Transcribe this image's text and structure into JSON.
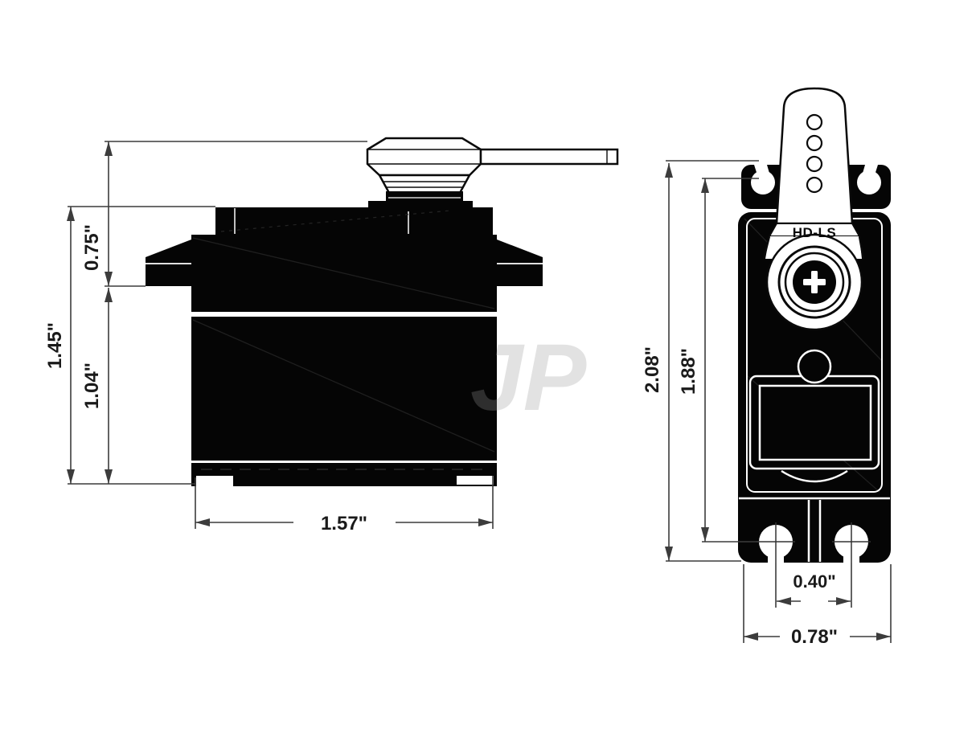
{
  "page": {
    "background": "#ffffff",
    "ink_color": "#050505",
    "dimension_line_color": "#3c3c3c",
    "dimension_text_color": "#1a1a1a"
  },
  "drawing": {
    "kind": "servo-dimensional-drawing",
    "watermark": "JP",
    "side": {
      "total_height": "1.45\"",
      "upper_height": "0.75\"",
      "lower_height": "1.04\"",
      "length": "1.57\""
    },
    "front": {
      "total_height": "2.08\"",
      "mount_to_hole": "1.88\"",
      "hole_spacing": "0.40\"",
      "width": "0.78\"",
      "horn_label": "HD-LS"
    }
  }
}
